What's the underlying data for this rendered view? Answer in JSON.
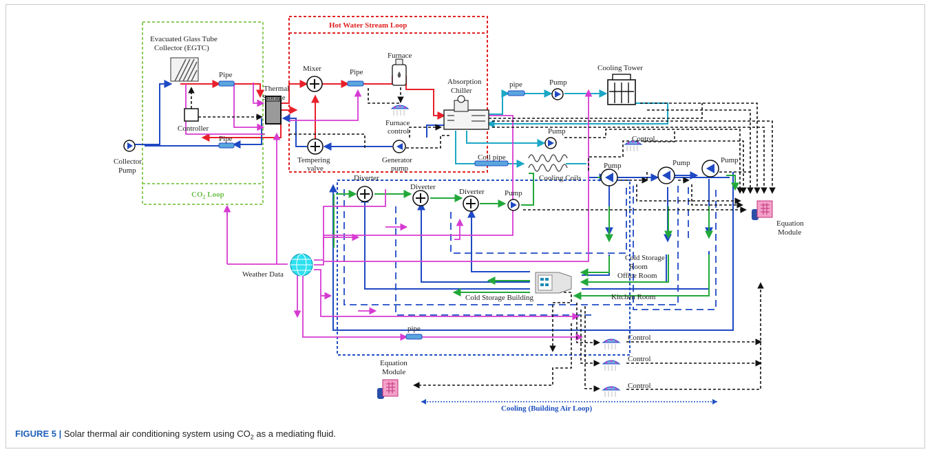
{
  "loops": {
    "co2": {
      "label": "CO",
      "sub": "2",
      "tail": " Loop"
    },
    "hot_water": "Hot Water Stream Loop",
    "cooling": "Cooling (Building Air Loop)"
  },
  "labels": {
    "egtc_1": "Evacuated Glass Tube",
    "egtc_2": "Collector (EGTC)",
    "pipe_collector": "Pipe",
    "thermal_1": "Thermal",
    "thermal_2": "Storage",
    "controller": "Controller",
    "pipe_bottom": "Pipe",
    "collector_pump_1": "Collector",
    "collector_pump_2": "Pump",
    "mixer": "Mixer",
    "pipe_hot": "Pipe",
    "furnace": "Furnace",
    "furnace_control_1": "Furnace",
    "furnace_control_2": "control",
    "tempering_1": "Tempering",
    "tempering_2": "valve",
    "generator_1": "Generator",
    "generator_2": "pump",
    "absorption_1": "Absorption",
    "absorption_2": "Chiller",
    "pipe_top": "pipe",
    "pump_top": "Pump",
    "cooling_tower": "Cooling Tower",
    "pump_mid": "Pump",
    "control_top": "Control",
    "coil_pipe": "Coil pipe",
    "cooling_coils": "Cooling Coils",
    "pump_a": "Pump",
    "pump_b": "Pump",
    "pump_c": "Pump",
    "diverter_1": "Diverter",
    "diverter_2": "Diverter",
    "diverter_3": "Diverter",
    "pump_green": "Pump",
    "equation_right_1": "Equation",
    "equation_right_2": "Module",
    "weather": "Weather Data",
    "cold_storage_room_1": "Cold Storage",
    "cold_storage_room_2": "Room",
    "office_room": "Office Room",
    "kitchen_room": "Kitchen Room",
    "cold_storage_building": "Cold Storage Building",
    "pipe_lower": "pipe",
    "control_1": "Control",
    "control_2": "Control",
    "control_3": "Control",
    "equation_left_1": "Equation",
    "equation_left_2": "Module"
  },
  "caption": {
    "figure": "FIGURE 5 |",
    "pre": " Solar thermal air conditioning system using CO",
    "sub": "2",
    "post": " as a mediating fluid."
  },
  "colors": {
    "red": "#e8202a",
    "blue": "#1f49c4",
    "magenta": "#d63bd1",
    "green": "#22a83a",
    "cyan": "#1ba7c6",
    "black": "#111111",
    "co2_box": "#8ccc5e",
    "hot_box": "#e02020",
    "cool_box": "#1f4fc0"
  }
}
